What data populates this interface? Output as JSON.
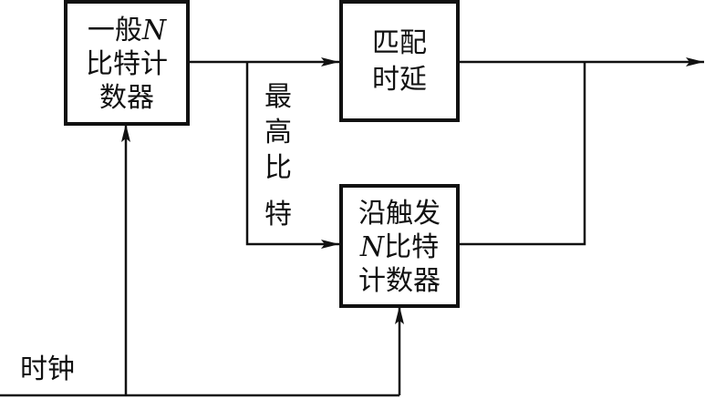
{
  "blocks": {
    "normal_counter": {
      "line1_prefix": "一般",
      "line1_var": "N",
      "line2": "比特计",
      "line3": "数器"
    },
    "matched_delay": {
      "line1": "匹配",
      "line2": "时延"
    },
    "edge_counter": {
      "line1": "沿触发",
      "line2_var": "N",
      "line2_suffix": "比特",
      "line3": "计数器"
    }
  },
  "signals": {
    "msb": [
      "最",
      "高",
      "比",
      "特"
    ],
    "clock": "时钟"
  },
  "colors": {
    "stroke": "#111111",
    "background": "#ffffff"
  }
}
